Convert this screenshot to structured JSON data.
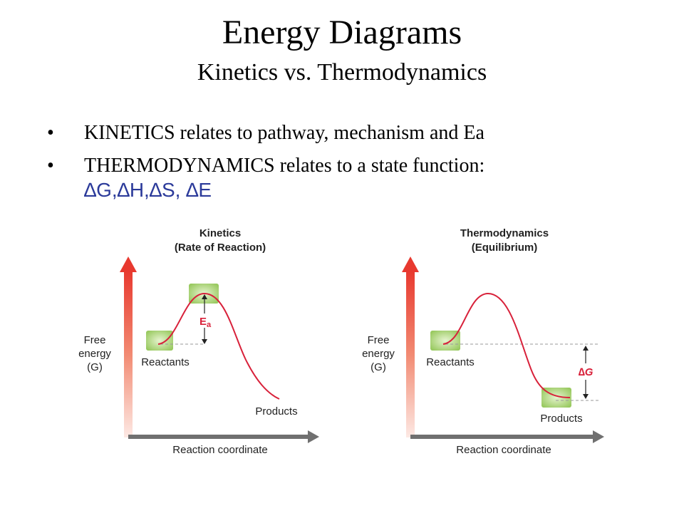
{
  "slide": {
    "title": "Energy Diagrams",
    "subtitle": "Kinetics vs. Thermodynamics",
    "bullets": [
      "KINETICS relates to pathway, mechanism and Ea",
      "THERMODYNAMICS relates to a state function:"
    ],
    "state_functions_g": "∆G,",
    "state_functions_rest": "∆H,∆S, ∆E"
  },
  "diagrams": {
    "kinetics": {
      "title_line1": "Kinetics",
      "title_line2": "(Rate of Reaction)",
      "y_label_line1": "Free",
      "y_label_line2": "energy",
      "y_label_line3": "(G)",
      "x_label": "Reaction coordinate",
      "reactants_label": "Reactants",
      "products_label": "Products",
      "ea_label_main": "E",
      "ea_label_sub": "a"
    },
    "thermodynamics": {
      "title_line1": "Thermodynamics",
      "title_line2": "(Equilibrium)",
      "y_label_line1": "Free",
      "y_label_line2": "energy",
      "y_label_line3": "(G)",
      "x_label": "Reaction coordinate",
      "reactants_label": "Reactants",
      "products_label": "Products",
      "dg_label": "∆G"
    }
  },
  "colors": {
    "curve": "#d8213a",
    "axis_arrow": "#e8392f",
    "axis_gray": "#707070",
    "highlight_box": "#9ccc5a",
    "accent_blue": "#2b3a9a"
  }
}
